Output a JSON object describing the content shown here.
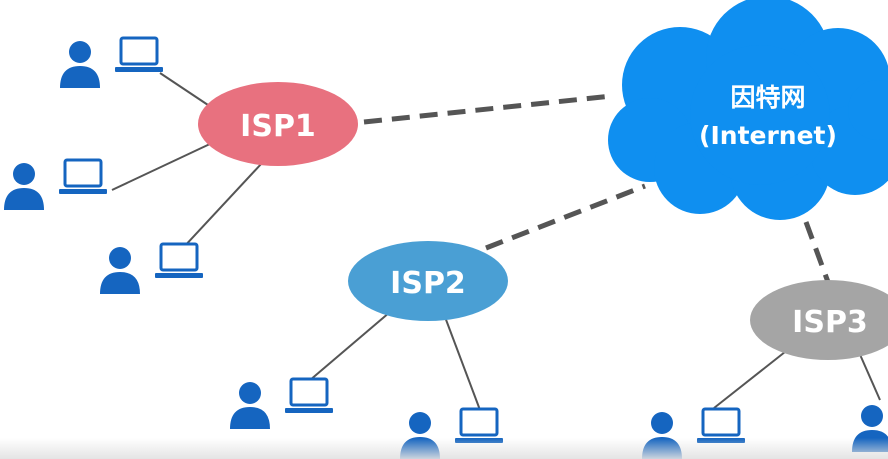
{
  "nodes": {
    "isp1": {
      "label": "ISP1",
      "color": "#e8717f"
    },
    "isp2": {
      "label": "ISP2",
      "color": "#4a9fd4"
    },
    "isp3": {
      "label": "ISP3",
      "color": "#a5a5a5"
    },
    "internet": {
      "label_cn": "因特网",
      "label_en": "(Internet)",
      "color": "#0f8ff0"
    }
  },
  "colors": {
    "user_icon": "#1565c0",
    "solid_link": "#555555",
    "dashed_link": "#555555"
  },
  "icons": [
    "user-icon",
    "laptop-icon",
    "cloud-icon"
  ]
}
